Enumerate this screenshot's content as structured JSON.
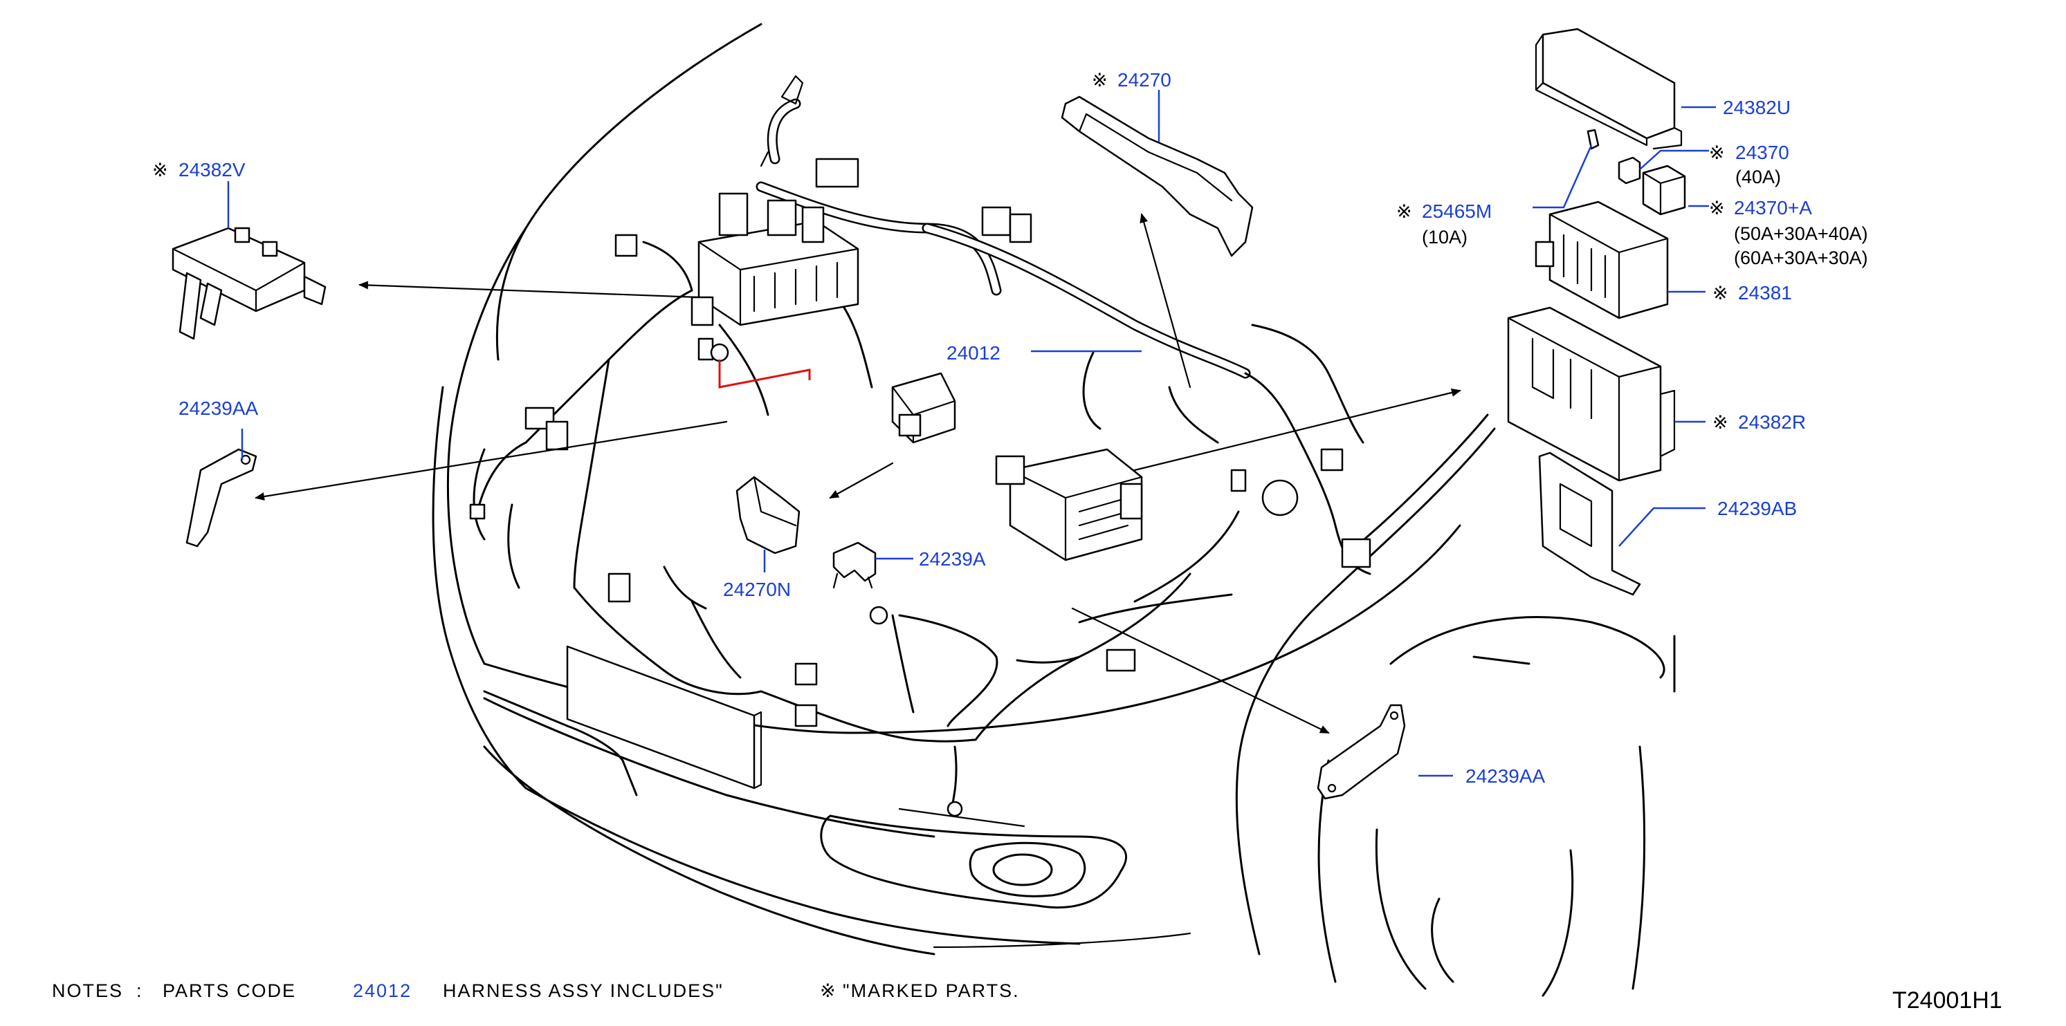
{
  "colors": {
    "label": "#1a3fd6",
    "line": "#000000",
    "accent_red": "#e01010"
  },
  "mark_symbol": "※",
  "labels": {
    "p24270": "24270",
    "p24382U": "24382U",
    "p24370": "24370",
    "p24370_amp": "(40A)",
    "p25465M": "25465M",
    "p25465M_amp": "(10A)",
    "p24370A": "24370+A",
    "p24370A_amp1": "(50A+30A+40A)",
    "p24370A_amp2": "(60A+30A+30A)",
    "p24381": "24381",
    "p24382V": "24382V",
    "p24012": "24012",
    "p24239AA_left": "24239AA",
    "p24382R": "24382R",
    "p24239AB": "24239AB",
    "p24270N": "24270N",
    "p24239A": "24239A",
    "p24239AA_right": "24239AA"
  },
  "notes": {
    "prefix": "NOTES",
    "colon": ":",
    "parts_code": "PARTS  CODE",
    "code": "24012",
    "harness": "HARNESS  ASSY  INCLUDES\"",
    "marked": "\"MARKED  PARTS."
  },
  "diagram_id": "T24001H1"
}
